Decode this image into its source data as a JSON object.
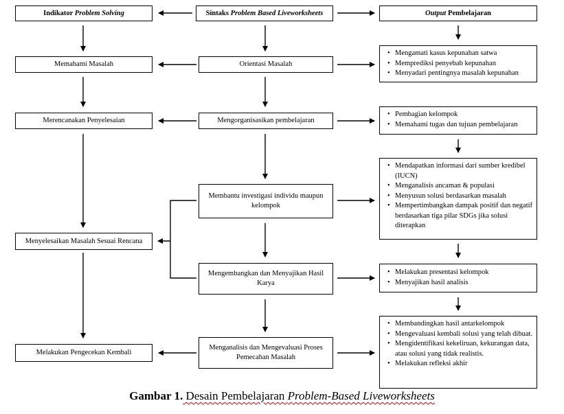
{
  "headers": {
    "indicator": {
      "prefix": "Indikator ",
      "italic": "Problem Solving"
    },
    "syntax": {
      "prefix": "Sintaks ",
      "italic": "Problem Based Liveworksheets"
    },
    "output": {
      "italic": "Output",
      "suffix": " Pembelajaran"
    }
  },
  "indicators": [
    "Memahami Masalah",
    "Merencanakan Penyelesaian",
    "Menyelesaikan Masalah Sesuai Rencana",
    "Melakukan Pengecekan Kembali"
  ],
  "syntax_steps": [
    "Orientasi Masalah",
    "Mengorganisasikan pembelajaran",
    "Membantu investigasi individu maupun kelompok",
    "Mengembangkan dan Menyajikan Hasil Karya",
    "Menganalisis dan Mengevaluasi Proses Pemecahan Masalah"
  ],
  "outputs": [
    [
      "Mengamati kasus kepunahan satwa",
      "Memprediksi penyebab kepunahan",
      "Menyadari pentingnya masalah kepunahan"
    ],
    [
      "Pembagian kelompok",
      "Memahami tugas dan tujuan pembelajaran"
    ],
    [
      "Mendapatkan informasi dari sumber kredibel (IUCN)",
      "Menganalisis ancaman & populasi",
      "Menyusun solusi berdasarkan masalah",
      "Mempertimbangkan dampak positif dan negatif berdasarkan tiga pilar SDGs jika solusi diterapkan"
    ],
    [
      "Melakukan presentasi kelompok",
      "Menyajikan hasil analisis"
    ],
    [
      "Membandingkan hasil antarkelompok",
      "Mengevaluasi kembali solusi yang telah dibuat.",
      "Mengidentifikasi kekeliruan, kekurangan data, atau solusi yang tidak realistis.",
      "Melakukan refleksi akhir"
    ]
  ],
  "caption": {
    "bold": "Gambar 1.",
    "plain": " Desain Pembelajaran ",
    "italic": "Problem-Based Liveworksheets"
  }
}
